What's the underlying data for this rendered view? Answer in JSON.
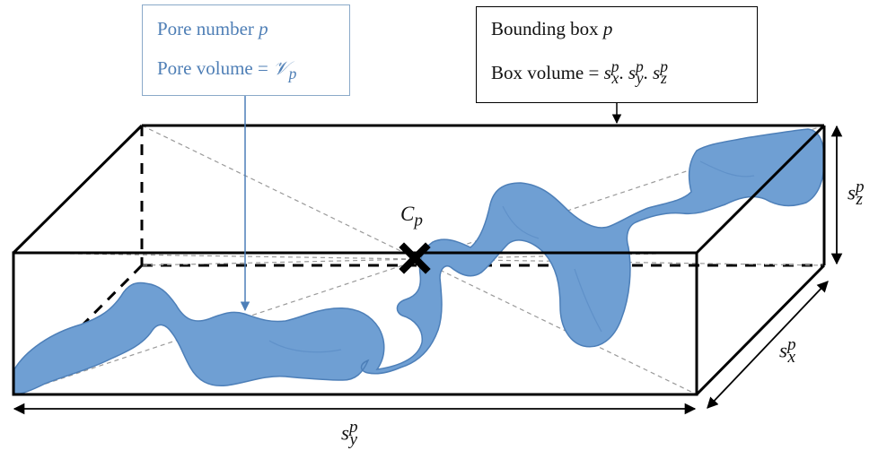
{
  "pore_callout": {
    "line1_text": "Pore number",
    "line1_var": "p",
    "line2_text": "Pore volume =",
    "line2_symbol": "𝒱",
    "line2_sub": "p"
  },
  "box_callout": {
    "line1_text": "Bounding box",
    "line1_var": "p",
    "line2_text": "Box volume =",
    "term_base": "s",
    "term_sup": "p",
    "sub_x": "x",
    "sub_y": "y",
    "sub_z": "z",
    "separator": "."
  },
  "labels": {
    "centroid_base": "C",
    "centroid_sub": "p",
    "dim_base": "s",
    "dim_sup": "p",
    "dim_x_sub": "x",
    "dim_y_sub": "y",
    "dim_z_sub": "z"
  },
  "colors": {
    "pore_fill": "#6f9fd3",
    "pore_stroke": "#4d7fb8",
    "callout_text": "#4f7fb6",
    "box_edge": "#000000",
    "diagonal": "#9a9a9a"
  }
}
